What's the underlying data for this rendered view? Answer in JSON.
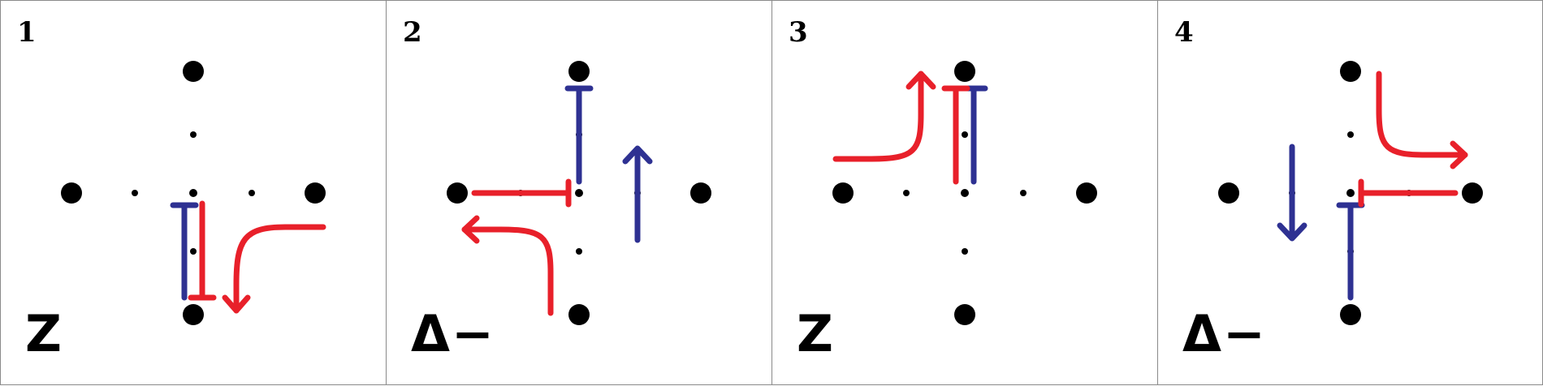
{
  "colors": {
    "red": "#e8202a",
    "blue": "#2e3192",
    "dot": "#000000",
    "border": "#8a8a8a"
  },
  "panels": [
    {
      "number": "1",
      "label": "Z"
    },
    {
      "number": "2",
      "label": "Δ−"
    },
    {
      "number": "3",
      "label": "Z"
    },
    {
      "number": "4",
      "label": "Δ−"
    }
  ]
}
